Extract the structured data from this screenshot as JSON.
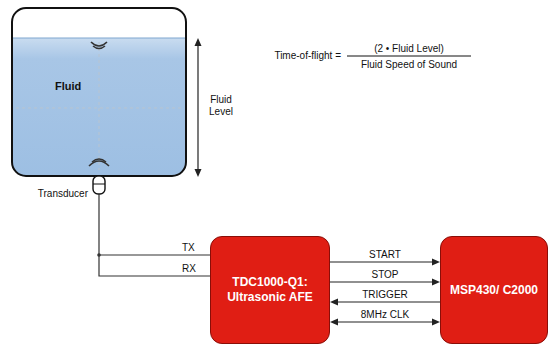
{
  "diagram": {
    "nodes": [
      {
        "text": [
          "TDC1000-Q1: Ultrasonic AFE"
        ]
      },
      {
        "text": [
          "MSP430/ C2000"
        ]
      }
    ],
    "edges": [
      {
        "from": 0,
        "to": 1,
        "label": "START",
        "arrow": "to"
      },
      {
        "from": 0,
        "to": 1,
        "label": "STOP",
        "arrow": "to"
      },
      {
        "from": 1,
        "to": 0,
        "label": "TRIGGER",
        "arrow": "to"
      },
      {
        "from": 1,
        "to": 0,
        "label": "8MHz CLK",
        "arrow": "both"
      }
    ],
    "labels": [
      "Time-of-flight =",
      "(2 • Fluid Level)",
      "Fluid Speed of Sound",
      "Fluid",
      "Fluid Level",
      "Transducer",
      "TX",
      "RX"
    ]
  }
}
